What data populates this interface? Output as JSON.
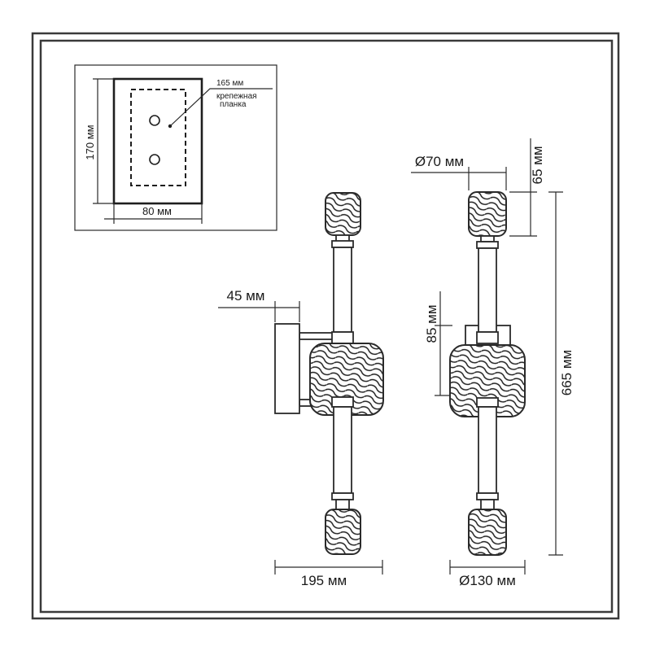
{
  "inset": {
    "size_165": "165 мм",
    "plate_label_line1": "крепежная",
    "plate_label_line2": "планка",
    "height_170": "170 мм",
    "width_80": "80 мм"
  },
  "dimensions": {
    "diameter_70": "Ø70 мм",
    "height_65": "65 мм",
    "depth_45": "45 мм",
    "height_85": "85 мм",
    "height_665": "665 мм",
    "width_195": "195 мм",
    "diameter_130": "Ø130 мм"
  }
}
